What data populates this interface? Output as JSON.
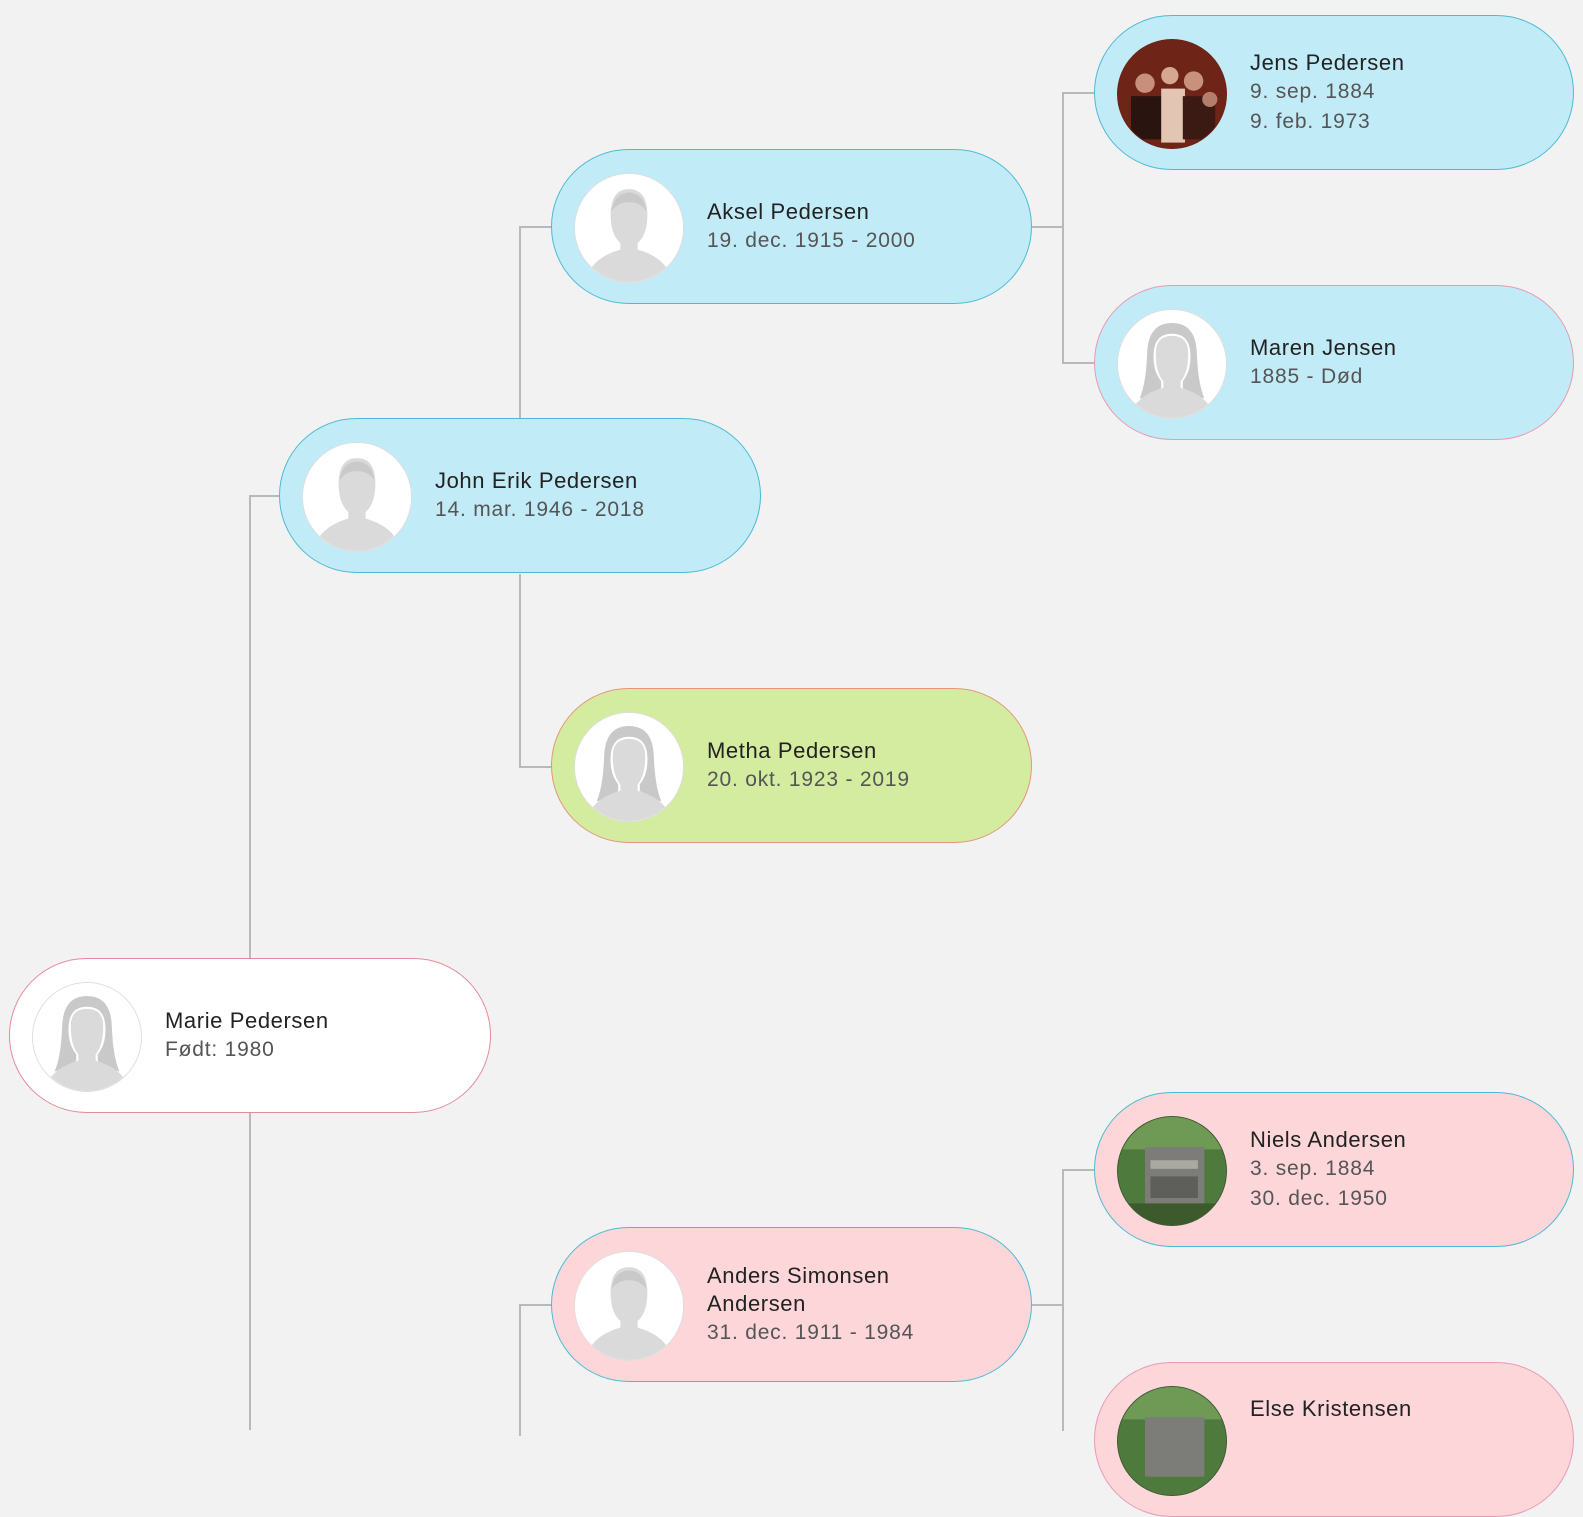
{
  "people": {
    "marie": {
      "name": "Marie Pedersen",
      "line1": "Født: 1980"
    },
    "john": {
      "name": "John Erik Pedersen",
      "line1": "14. mar. 1946 - 2018"
    },
    "aksel": {
      "name": "Aksel Pedersen",
      "line1": "19. dec. 1915 - 2000"
    },
    "metha": {
      "name": "Metha Pedersen",
      "line1": "20. okt. 1923 - 2019"
    },
    "jens": {
      "name": "Jens Pedersen",
      "line1": "9. sep. 1884",
      "line2": "9. feb. 1973"
    },
    "maren": {
      "name": "Maren Jensen",
      "line1": "1885 - Død"
    },
    "anders": {
      "name": "Anders Simonsen Andersen",
      "line1": "31. dec. 1911 - 1984"
    },
    "niels": {
      "name": "Niels Andersen",
      "line1": "3. sep. 1884",
      "line2": "30. dec. 1950"
    },
    "else": {
      "name": "Else Kristensen"
    }
  },
  "colors": {
    "male_border": "#4cbad3",
    "female_border": "#e79ab2",
    "paternal_fill": "#c2ebf8",
    "maternal_fill": "#fdd6da",
    "highlight_fill": "#d4eca0",
    "connector": "#b9b9b9",
    "background": "#f2f2f2"
  },
  "icons": {
    "male_placeholder": "male-silhouette-icon",
    "female_placeholder": "female-silhouette-icon",
    "photo": "person-photo"
  }
}
